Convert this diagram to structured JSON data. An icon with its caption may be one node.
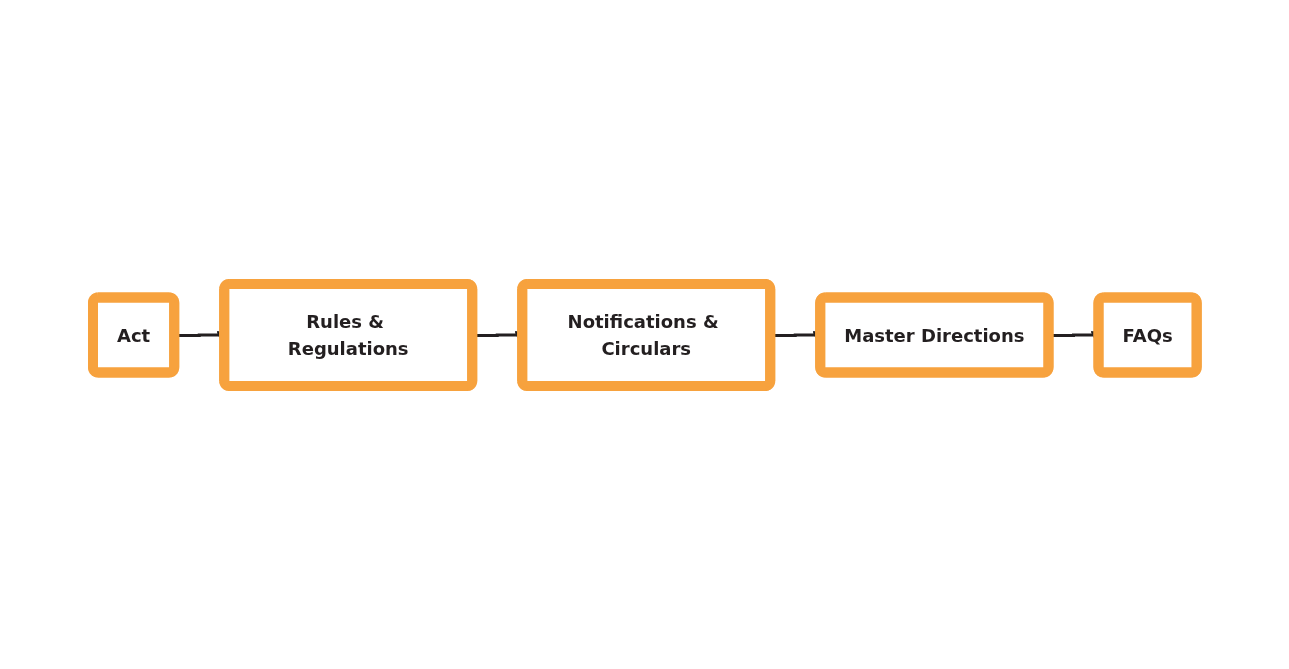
{
  "diagram": {
    "nodes": [
      {
        "text": [
          "Act"
        ]
      },
      {
        "text": [
          "Rules & Regulations"
        ]
      },
      {
        "text": [
          "Notifications & Circulars"
        ]
      },
      {
        "text": [
          "Master Directions"
        ]
      },
      {
        "text": [
          "FAQs"
        ]
      }
    ],
    "edges": [
      {
        "from": 0,
        "to": 1,
        "arrow": "to"
      },
      {
        "from": 1,
        "to": 2,
        "arrow": "to"
      },
      {
        "from": 2,
        "to": 3,
        "arrow": "to"
      },
      {
        "from": 3,
        "to": 4,
        "arrow": "to"
      }
    ]
  }
}
